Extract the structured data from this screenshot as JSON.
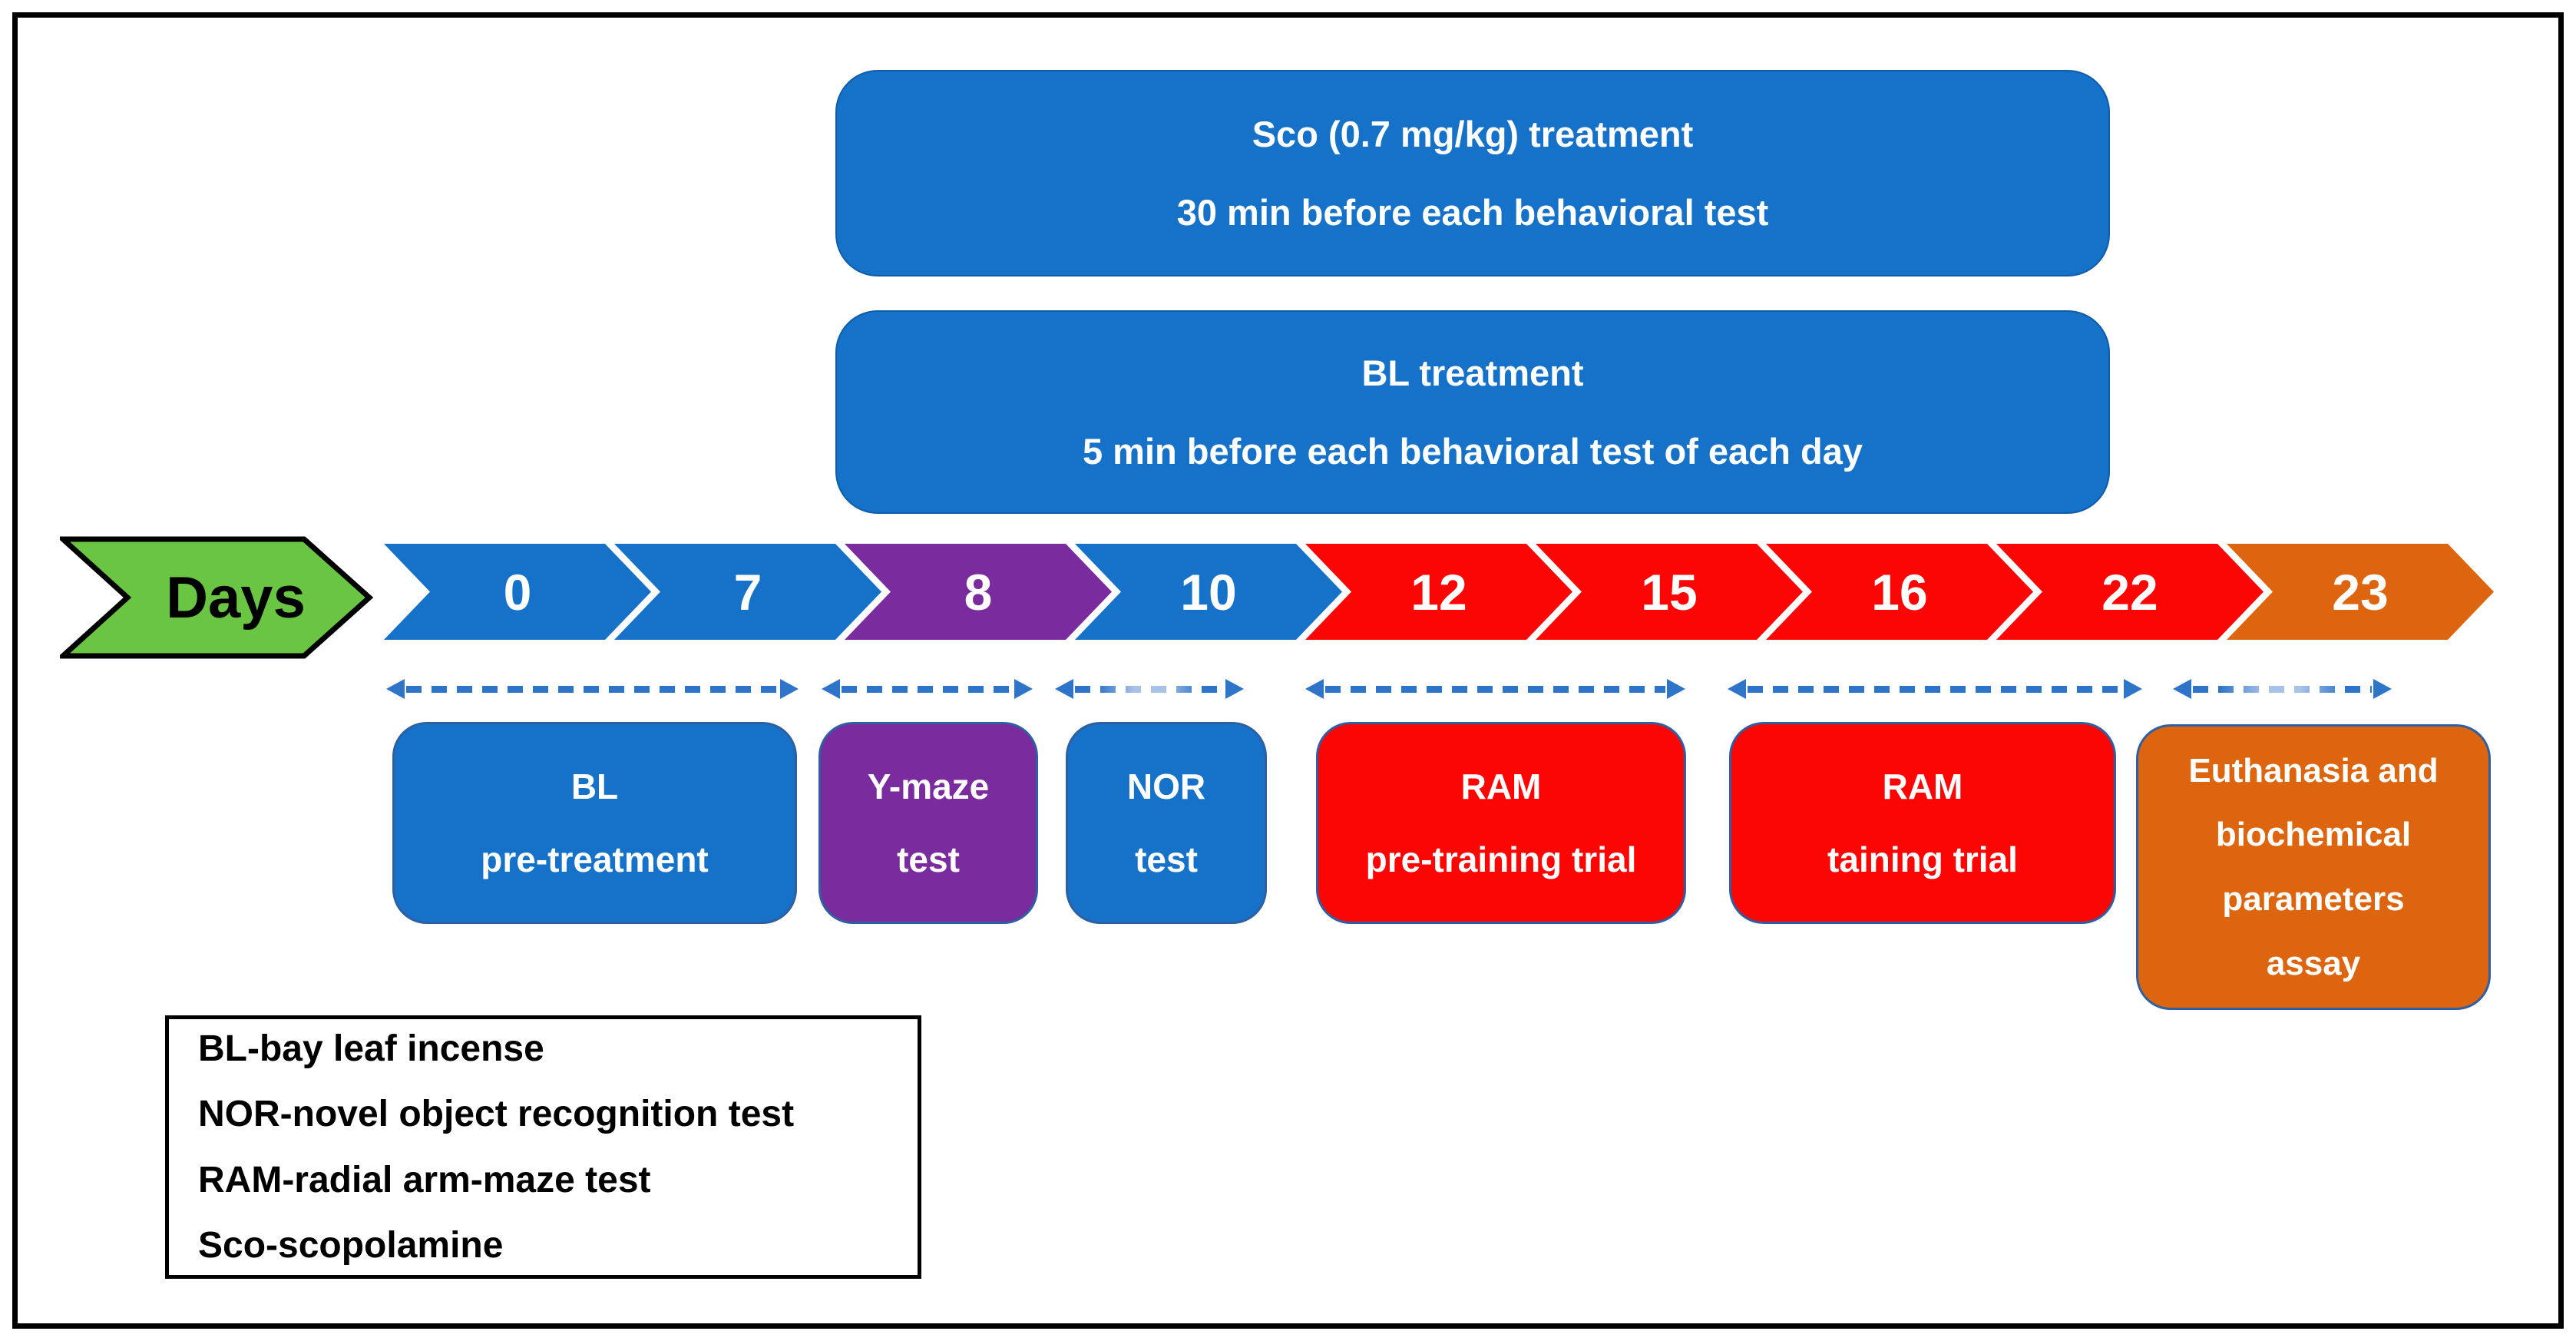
{
  "colors": {
    "blue": "#1572C8",
    "purple": "#7A2B9D",
    "red": "#FB0505",
    "orange": "#DE650F",
    "green": "#6AC543",
    "arrow_blue": "#2E74C9",
    "arrow_faded_blue": "#A9C2E8",
    "phase_box_border": "#2E5FA3",
    "frame_border": "#000000"
  },
  "treatment_banners": [
    {
      "lines": [
        "Sco (0.7 mg/kg) treatment",
        "30 min before each behavioral test"
      ]
    },
    {
      "lines": [
        "BL treatment",
        "5 min before each behavioral test of each day"
      ]
    }
  ],
  "timeline": {
    "label": "Days",
    "days": [
      {
        "label": "0",
        "color": "blue"
      },
      {
        "label": "7",
        "color": "blue"
      },
      {
        "label": "8",
        "color": "purple"
      },
      {
        "label": "10",
        "color": "blue"
      },
      {
        "label": "12",
        "color": "red"
      },
      {
        "label": "15",
        "color": "red"
      },
      {
        "label": "16",
        "color": "red"
      },
      {
        "label": "22",
        "color": "red"
      },
      {
        "label": "23",
        "color": "orange"
      }
    ]
  },
  "phase_boxes": [
    {
      "lines": [
        "BL",
        "pre-treatment"
      ],
      "color": "blue"
    },
    {
      "lines": [
        "Y-maze",
        "test"
      ],
      "color": "purple"
    },
    {
      "lines": [
        "NOR",
        "test"
      ],
      "color": "blue"
    },
    {
      "lines": [
        "RAM",
        "pre-training trial"
      ],
      "color": "red"
    },
    {
      "lines": [
        "RAM",
        "taining trial"
      ],
      "color": "red"
    },
    {
      "lines": [
        "Euthanasia and",
        "biochemical",
        "parameters",
        "assay"
      ],
      "color": "orange"
    }
  ],
  "legend": {
    "items": [
      "BL-bay leaf incense",
      "NOR-novel object recognition test",
      "RAM-radial arm-maze test",
      "Sco-scopolamine"
    ]
  }
}
